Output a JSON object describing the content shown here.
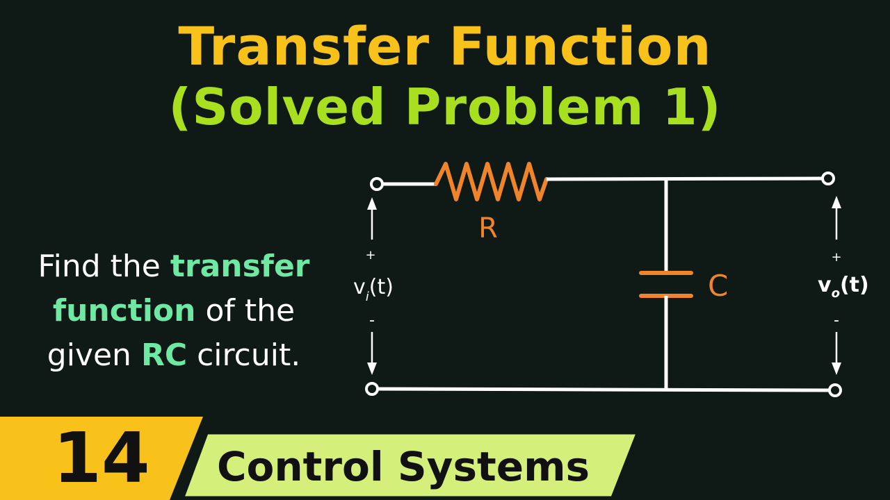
{
  "title": {
    "line1": "Transfer Function",
    "line2": "(Solved Problem 1)"
  },
  "problem": {
    "part1": "Find the ",
    "hl1": "transfer function",
    "part2": " of the given ",
    "hl2": "RC",
    "part3": " circuit."
  },
  "circuit": {
    "resistor_label": "R",
    "capacitor_label": "C",
    "input_label": "v",
    "input_sub": "i",
    "input_arg": "(t)",
    "output_label": "v",
    "output_sub": "o",
    "output_arg": "(t)",
    "plus": "+",
    "minus": "-",
    "component_color": "#f0842a",
    "wire_color": "#ffffff"
  },
  "footer": {
    "episode": "14",
    "series": "Control Systems",
    "episode_color": "#f9c21a",
    "series_color": "#d5f07a"
  }
}
